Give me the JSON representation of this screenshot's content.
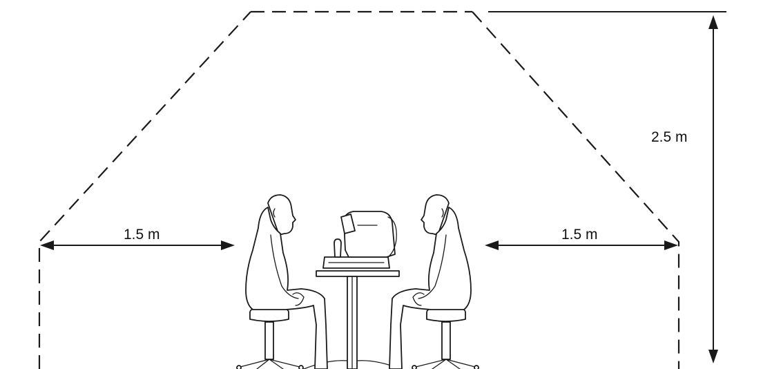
{
  "dimensions": {
    "left_clearance": "1.5 m",
    "right_clearance": "1.5 m",
    "ceiling_height": "2.5 m"
  }
}
